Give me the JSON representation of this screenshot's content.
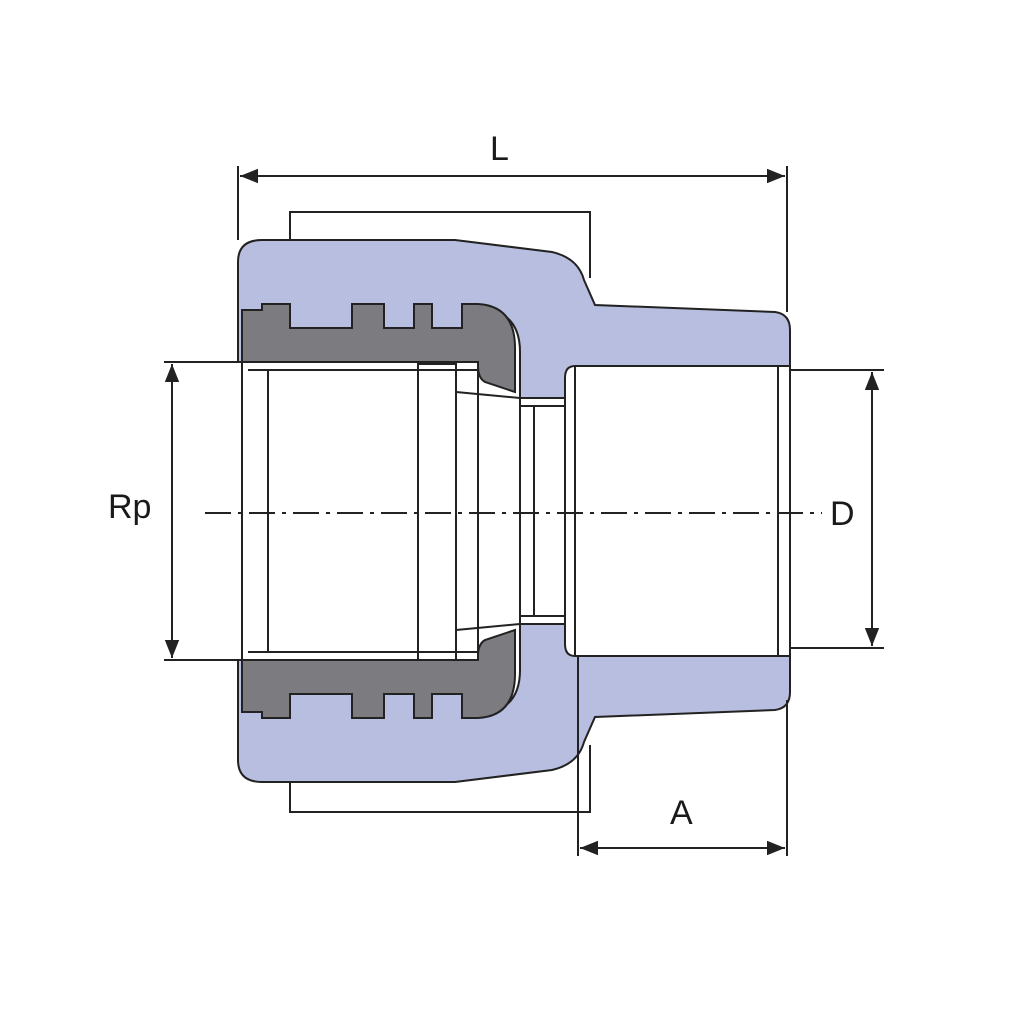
{
  "labels": {
    "length": "L",
    "thread": "Rp",
    "diameter": "D",
    "socket_depth": "A"
  },
  "colors": {
    "body_fill": "#b8bedf",
    "insert_fill": "#7b7b80",
    "outline": "#222222",
    "bore_fill": "#ffffff"
  }
}
